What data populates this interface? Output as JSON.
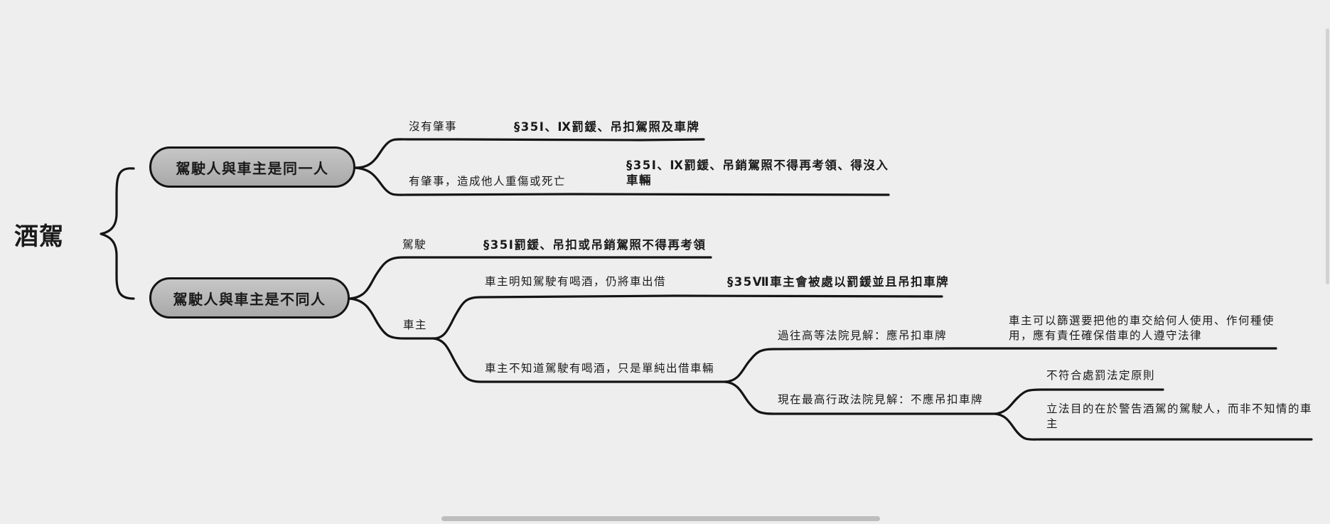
{
  "root": "酒駕",
  "branches": [
    {
      "label": "駕駛人與車主是同一人",
      "children": [
        {
          "label": "沒有肇事",
          "detail": "§35Ⅰ、Ⅸ罰鍰、吊扣駕照及車牌"
        },
        {
          "label": "有肇事，造成他人重傷或死亡",
          "detail": "§35Ⅰ、Ⅸ罰鍰、吊銷駕照不得再考領、得沒入車輛"
        }
      ]
    },
    {
      "label": "駕駛人與車主是不同人",
      "children": [
        {
          "label": "駕駛",
          "detail": "§35Ⅰ罰鍰、吊扣或吊銷駕照不得再考領"
        },
        {
          "label": "車主",
          "children": [
            {
              "label": "車主明知駕駛有喝酒，仍將車出借",
              "detail": "§35Ⅶ車主會被處以罰鍰並且吊扣車牌"
            },
            {
              "label": "車主不知道駕駛有喝酒，只是單純出借車輛",
              "children": [
                {
                  "label": "過往高等法院見解：應吊扣車牌",
                  "detail": "車主可以篩選要把他的車交給何人使用、作何種使用，應有責任確保借車的人遵守法律"
                },
                {
                  "label": "現在最高行政法院見解：不應吊扣車牌",
                  "details": [
                    "不符合處罰法定原則",
                    "立法目的在於警告酒駕的駕駛人，而非不知情的車主"
                  ]
                }
              ]
            }
          ]
        }
      ]
    }
  ]
}
